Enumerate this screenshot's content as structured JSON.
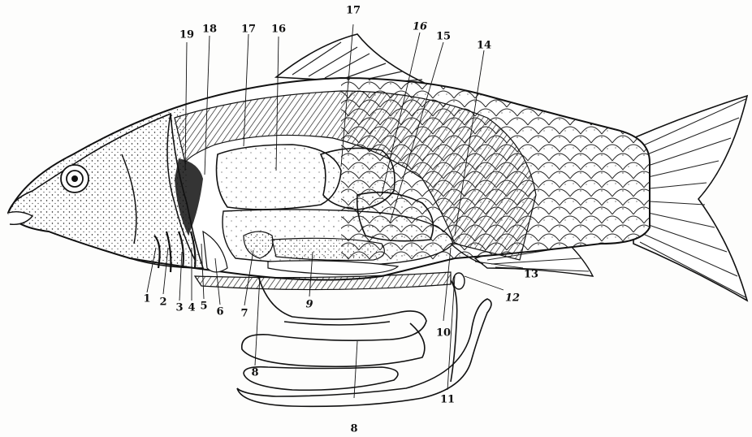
{
  "figure": {
    "labels": [
      {
        "id": "1",
        "text": "1"
      },
      {
        "id": "2",
        "text": "2"
      },
      {
        "id": "3",
        "text": "3"
      },
      {
        "id": "4",
        "text": "4"
      },
      {
        "id": "5",
        "text": "5"
      },
      {
        "id": "6",
        "text": "6"
      },
      {
        "id": "7",
        "text": "7"
      },
      {
        "id": "8a",
        "text": "8"
      },
      {
        "id": "8b",
        "text": "8"
      },
      {
        "id": "9",
        "text": "9"
      },
      {
        "id": "10",
        "text": "10"
      },
      {
        "id": "11",
        "text": "11"
      },
      {
        "id": "12",
        "text": "12"
      },
      {
        "id": "13",
        "text": "13"
      },
      {
        "id": "14",
        "text": "14"
      },
      {
        "id": "15",
        "text": "15"
      },
      {
        "id": "16a",
        "text": "16"
      },
      {
        "id": "16b",
        "text": "16"
      },
      {
        "id": "17a",
        "text": "17"
      },
      {
        "id": "17b",
        "text": "17"
      },
      {
        "id": "18",
        "text": "18"
      },
      {
        "id": "19",
        "text": "19"
      }
    ]
  },
  "colors": {
    "ink": "#111111",
    "paper": "#fdfdfc",
    "fin_stroke": "#222222"
  }
}
